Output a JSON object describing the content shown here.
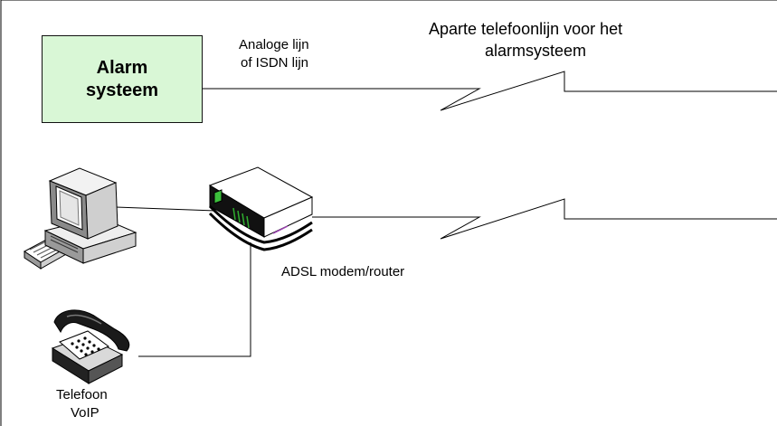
{
  "alarm": {
    "line1": "Alarm",
    "line2": "systeem"
  },
  "labels": {
    "analog_line1": "Analoge lijn",
    "analog_line2": "of ISDN lijn",
    "separate_line1": "Aparte telefoonlijn voor het",
    "separate_line2": "alarmsysteem",
    "modem": "ADSL modem/router",
    "phone_line1": "Telefoon",
    "phone_line2": "VoIP"
  },
  "colors": {
    "alarm_box_fill": "#d9f7d6"
  },
  "icons": [
    "computer-icon",
    "adsl-modem-router-icon",
    "telephone-icon"
  ]
}
